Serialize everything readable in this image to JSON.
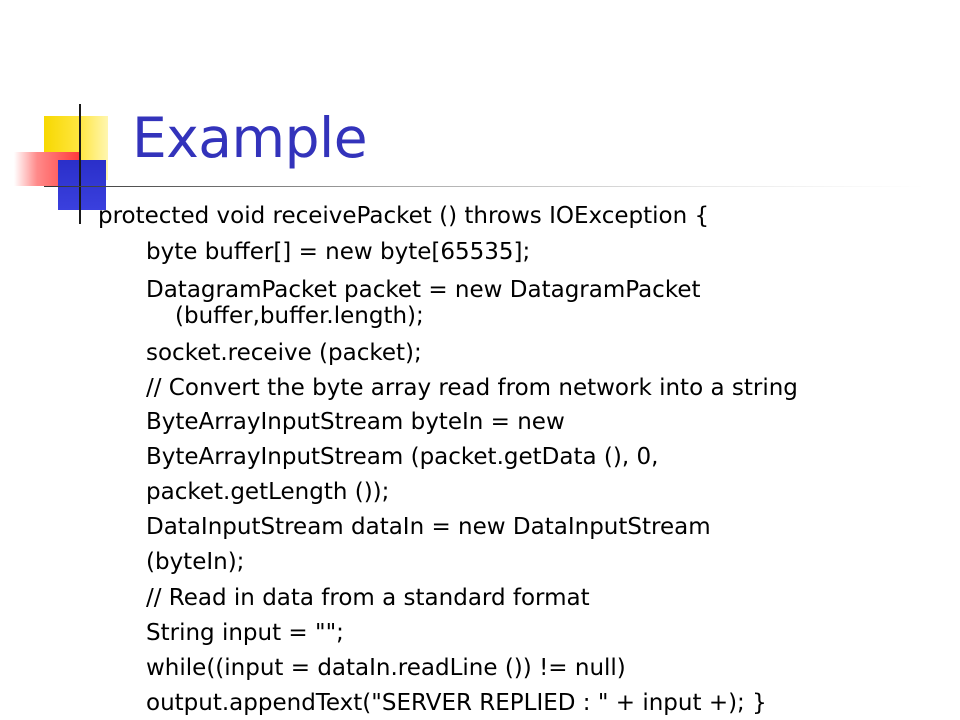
{
  "slide": {
    "title": "Example",
    "code_lines": [
      "protected void receivePacket () throws IOException {",
      "byte buffer[] = new byte[65535];",
      "DatagramPacket packet = new DatagramPacket",
      "(buffer,buffer.length);",
      "socket.receive (packet);",
      "// Convert the byte array read from network into a string",
      "ByteArrayInputStream byteIn = new",
      "ByteArrayInputStream (packet.getData (), 0,",
      "packet.getLength ());",
      "DataInputStream dataIn = new DataInputStream",
      "(byteIn);",
      "// Read in data from a standard format",
      "String input = \"\";",
      "while((input = dataIn.readLine ()) != null)",
      "output.appendText(\"SERVER REPLIED : \" + input +);  }"
    ]
  }
}
